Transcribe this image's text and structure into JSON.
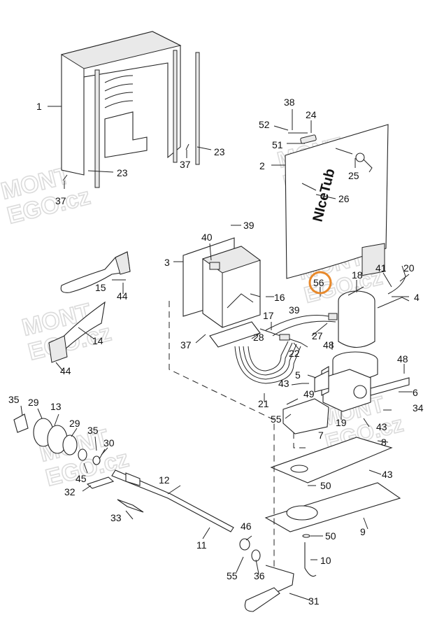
{
  "diagram": {
    "brand_mark": "NIceTub",
    "watermark": {
      "line1": "MONT",
      "line2": "EGO.cz"
    },
    "highlight_color": "#e8892b",
    "highlighted_part": "56",
    "callouts": [
      {
        "id": "c1",
        "label": "1"
      },
      {
        "id": "c2",
        "label": "2"
      },
      {
        "id": "c3",
        "label": "3"
      },
      {
        "id": "c4",
        "label": "4"
      },
      {
        "id": "c5",
        "label": "5"
      },
      {
        "id": "c6",
        "label": "6"
      },
      {
        "id": "c7",
        "label": "7"
      },
      {
        "id": "c8",
        "label": "8"
      },
      {
        "id": "c9",
        "label": "9"
      },
      {
        "id": "c10",
        "label": "10"
      },
      {
        "id": "c11",
        "label": "11"
      },
      {
        "id": "c12",
        "label": "12"
      },
      {
        "id": "c13",
        "label": "13"
      },
      {
        "id": "c14",
        "label": "14"
      },
      {
        "id": "c15",
        "label": "15"
      },
      {
        "id": "c16",
        "label": "16"
      },
      {
        "id": "c17",
        "label": "17"
      },
      {
        "id": "c18",
        "label": "18"
      },
      {
        "id": "c19",
        "label": "19"
      },
      {
        "id": "c20",
        "label": "20"
      },
      {
        "id": "c21",
        "label": "21"
      },
      {
        "id": "c22",
        "label": "22"
      },
      {
        "id": "c23a",
        "label": "23"
      },
      {
        "id": "c23b",
        "label": "23"
      },
      {
        "id": "c24",
        "label": "24"
      },
      {
        "id": "c25",
        "label": "25"
      },
      {
        "id": "c26",
        "label": "26"
      },
      {
        "id": "c27",
        "label": "27"
      },
      {
        "id": "c28",
        "label": "28"
      },
      {
        "id": "c29a",
        "label": "29"
      },
      {
        "id": "c29b",
        "label": "29"
      },
      {
        "id": "c30",
        "label": "30"
      },
      {
        "id": "c31",
        "label": "31"
      },
      {
        "id": "c32",
        "label": "32"
      },
      {
        "id": "c33",
        "label": "33"
      },
      {
        "id": "c34",
        "label": "34"
      },
      {
        "id": "c35a",
        "label": "35"
      },
      {
        "id": "c35b",
        "label": "35"
      },
      {
        "id": "c36",
        "label": "36"
      },
      {
        "id": "c37a",
        "label": "37"
      },
      {
        "id": "c37b",
        "label": "37"
      },
      {
        "id": "c37c",
        "label": "37"
      },
      {
        "id": "c38",
        "label": "38"
      },
      {
        "id": "c39a",
        "label": "39"
      },
      {
        "id": "c39b",
        "label": "39"
      },
      {
        "id": "c40",
        "label": "40"
      },
      {
        "id": "c41",
        "label": "41"
      },
      {
        "id": "c43a",
        "label": "43"
      },
      {
        "id": "c43b",
        "label": "43"
      },
      {
        "id": "c43c",
        "label": "43"
      },
      {
        "id": "c44a",
        "label": "44"
      },
      {
        "id": "c44b",
        "label": "44"
      },
      {
        "id": "c45",
        "label": "45"
      },
      {
        "id": "c46",
        "label": "46"
      },
      {
        "id": "c48a",
        "label": "48"
      },
      {
        "id": "c48b",
        "label": "48"
      },
      {
        "id": "c49",
        "label": "49"
      },
      {
        "id": "c50a",
        "label": "50"
      },
      {
        "id": "c50b",
        "label": "50"
      },
      {
        "id": "c51",
        "label": "51"
      },
      {
        "id": "c52",
        "label": "52"
      },
      {
        "id": "c55a",
        "label": "55"
      },
      {
        "id": "c55b",
        "label": "55"
      },
      {
        "id": "c56",
        "label": "56"
      }
    ]
  }
}
